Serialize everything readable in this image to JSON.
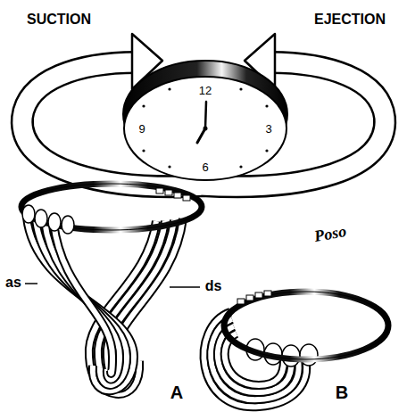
{
  "diagram": {
    "labels": [
      "SUCTION",
      "EJECTION",
      "12",
      "3",
      "6",
      "9",
      "as",
      "ds",
      "A",
      "B",
      "Poso"
    ]
  }
}
